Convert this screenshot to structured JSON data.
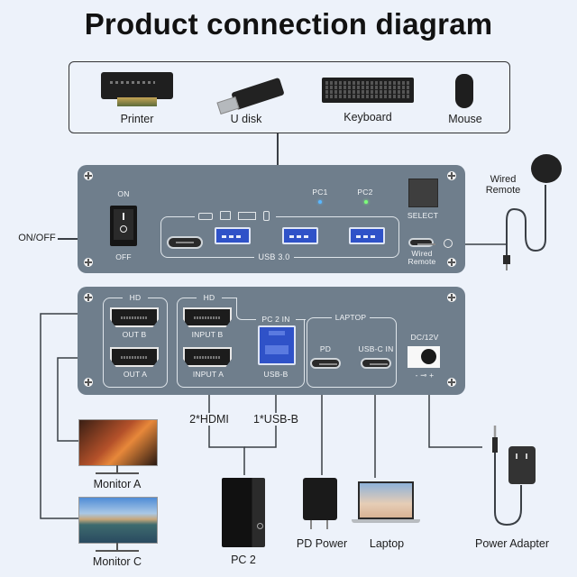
{
  "title": "Product connection diagram",
  "peripherals": [
    {
      "label": "Printer",
      "icon": "printer-icon"
    },
    {
      "label": "U disk",
      "icon": "usb-drive-icon"
    },
    {
      "label": "Keyboard",
      "icon": "keyboard-icon"
    },
    {
      "label": "Mouse",
      "icon": "mouse-icon"
    }
  ],
  "front_panel": {
    "switch_on": "ON",
    "switch_off": "OFF",
    "usb_group_label": "USB 3.0",
    "pc1_label": "PC1",
    "pc2_label": "PC2",
    "pc1_led_color": "#5ab8ff",
    "pc2_led_color": "#7dff7a",
    "select_label": "SELECT",
    "wired_remote_port_label": "Wired\nRemote"
  },
  "side_labels": {
    "on_off": "ON/OFF",
    "wired_remote": "Wired\nRemote"
  },
  "back_panel": {
    "hd_label_1": "HD",
    "hd_label_2": "HD",
    "out_b": "OUT B",
    "out_a": "OUT A",
    "input_b": "INPUT B",
    "input_a": "INPUT A",
    "pc2_in": "PC 2 IN",
    "usb_b": "USB-B",
    "laptop_group": "LAPTOP",
    "pd": "PD",
    "usbc_in": "USB-C IN",
    "dc": "DC/12V",
    "polarity": "- ⊸ +"
  },
  "cable_labels": {
    "hdmi": "2*HDMI",
    "usbb": "1*USB-B"
  },
  "devices": {
    "monitor_a": "Monitor A",
    "monitor_c": "Monitor C",
    "pc2": "PC 2",
    "pd_power": "PD Power",
    "laptop": "Laptop",
    "power_adapter": "Power Adapter"
  },
  "colors": {
    "background": "#edf2fa",
    "panel": "#6f7e8c",
    "usb_blue": "#2f52c8",
    "line": "#3a3f45"
  }
}
